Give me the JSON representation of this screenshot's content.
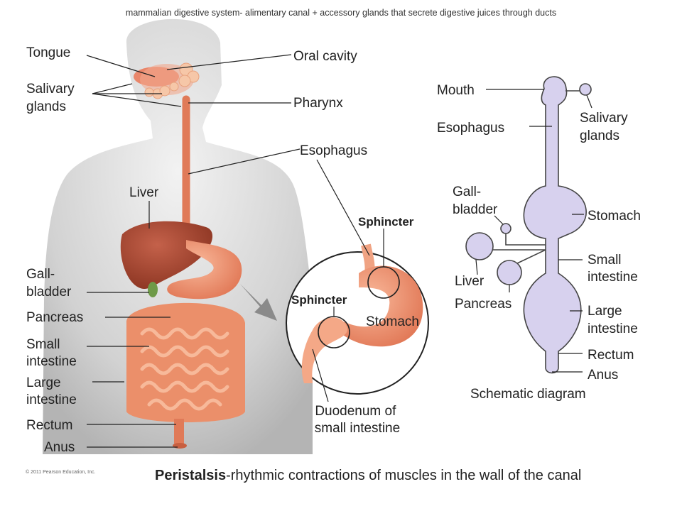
{
  "header": "mammalian digestive system- alimentary canal + accessory glands that secrete digestive juices through ducts",
  "anatomy_labels": {
    "tongue": "Tongue",
    "salivary_glands": [
      "Salivary",
      "glands"
    ],
    "oral_cavity": "Oral cavity",
    "pharynx": "Pharynx",
    "esophagus": "Esophagus",
    "liver": "Liver",
    "gallbladder": [
      "Gall-",
      "bladder"
    ],
    "pancreas": "Pancreas",
    "small_intestine": [
      "Small",
      "intestine"
    ],
    "large_intestine": [
      "Large",
      "intestine"
    ],
    "rectum": "Rectum",
    "anus": "Anus"
  },
  "inset_labels": {
    "sphincter_top": "Sphincter",
    "sphincter_bottom": "Sphincter",
    "stomach": "Stomach",
    "duodenum": [
      "Duodenum of",
      "small intestine"
    ]
  },
  "schematic_labels": {
    "mouth": "Mouth",
    "esophagus": "Esophagus",
    "salivary_glands": [
      "Salivary",
      "glands"
    ],
    "gallbladder": [
      "Gall-",
      "bladder"
    ],
    "stomach": "Stomach",
    "small_intestine": [
      "Small",
      "intestine"
    ],
    "liver": "Liver",
    "pancreas": "Pancreas",
    "large_intestine": [
      "Large",
      "intestine"
    ],
    "rectum": "Rectum",
    "anus": "Anus",
    "caption": "Schematic diagram"
  },
  "copyright": "© 2011 Pearson Education, Inc.",
  "footer": {
    "bold": "Peristalsis",
    "rest": "-rhythmic contractions of muscles in the wall of the canal"
  },
  "colors": {
    "skin": "#c9c9c9",
    "intestine": "#e98a65",
    "liver": "#a9472f",
    "schematic_fill": "#d7d1ee",
    "schematic_stroke": "#444444"
  }
}
